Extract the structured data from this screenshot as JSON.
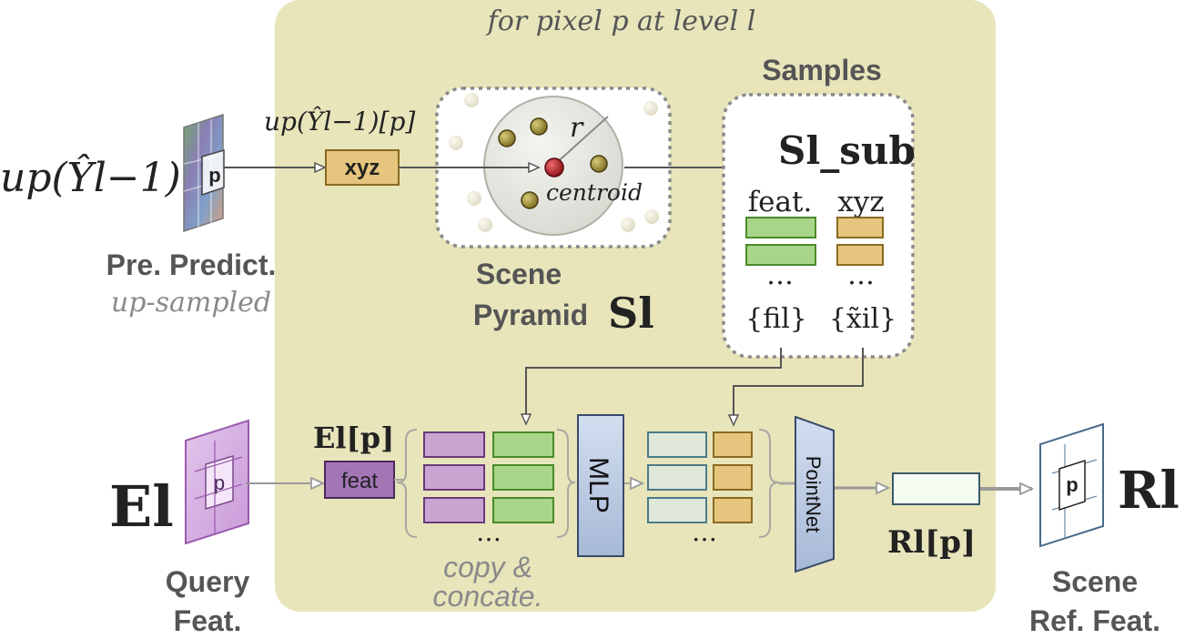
{
  "header": {
    "caption": "for pixel p at level l"
  },
  "left": {
    "upY_label": "up(Ŷl−1)",
    "upYp_label": "up(Ŷl−1)[p]",
    "pixel_label": "p",
    "xyz_box": "xyz",
    "pre_predict": "Pre. Predict.",
    "up_sampled": "up-sampled"
  },
  "scene": {
    "r_label": "r",
    "centroid_label": "centroid",
    "title_line1": "Scene",
    "title_line2": "Pyramid",
    "symbol": "Sl"
  },
  "samples": {
    "title": "Samples",
    "symbol": "Sl_sub",
    "feat_header": "feat.",
    "xyz_header": "xyz",
    "ellipsis_feat": "…",
    "ellipsis_xyz": "…",
    "set_feat": "{fil}",
    "set_xyz": "{x̃il}"
  },
  "query": {
    "symbol": "El",
    "pixel_label": "p",
    "title_line1": "Query",
    "title_line2": "Feat.",
    "ep_label": "El[p]",
    "feat_box": "feat"
  },
  "process": {
    "ellipsis_1": "…",
    "ellipsis_2": "…",
    "copy_line1": "copy &",
    "copy_line2": "concate.",
    "mlp": "MLP",
    "pointnet": "PointNet",
    "rp_label": "Rl[p]"
  },
  "output": {
    "symbol": "Rl",
    "pixel_label": "p",
    "title_line1": "Scene",
    "title_line2": "Ref. Feat."
  },
  "colors": {
    "panel": "#e8e5bb",
    "xyz_fill": "#e6c67e",
    "xyz_stroke": "#8a6a20",
    "feat_green": "#a7d68a",
    "feat_green_stroke": "#4a8a2a",
    "feat_purple": "#c9a6d2",
    "feat_purple_stroke": "#6a3a7a",
    "light_teal": "#dfe8d8",
    "teal_stroke": "#4a7a8a",
    "mlp_fill": "#b8c8e0",
    "centroid": "#c0282e",
    "neighbor": "#a89840"
  }
}
